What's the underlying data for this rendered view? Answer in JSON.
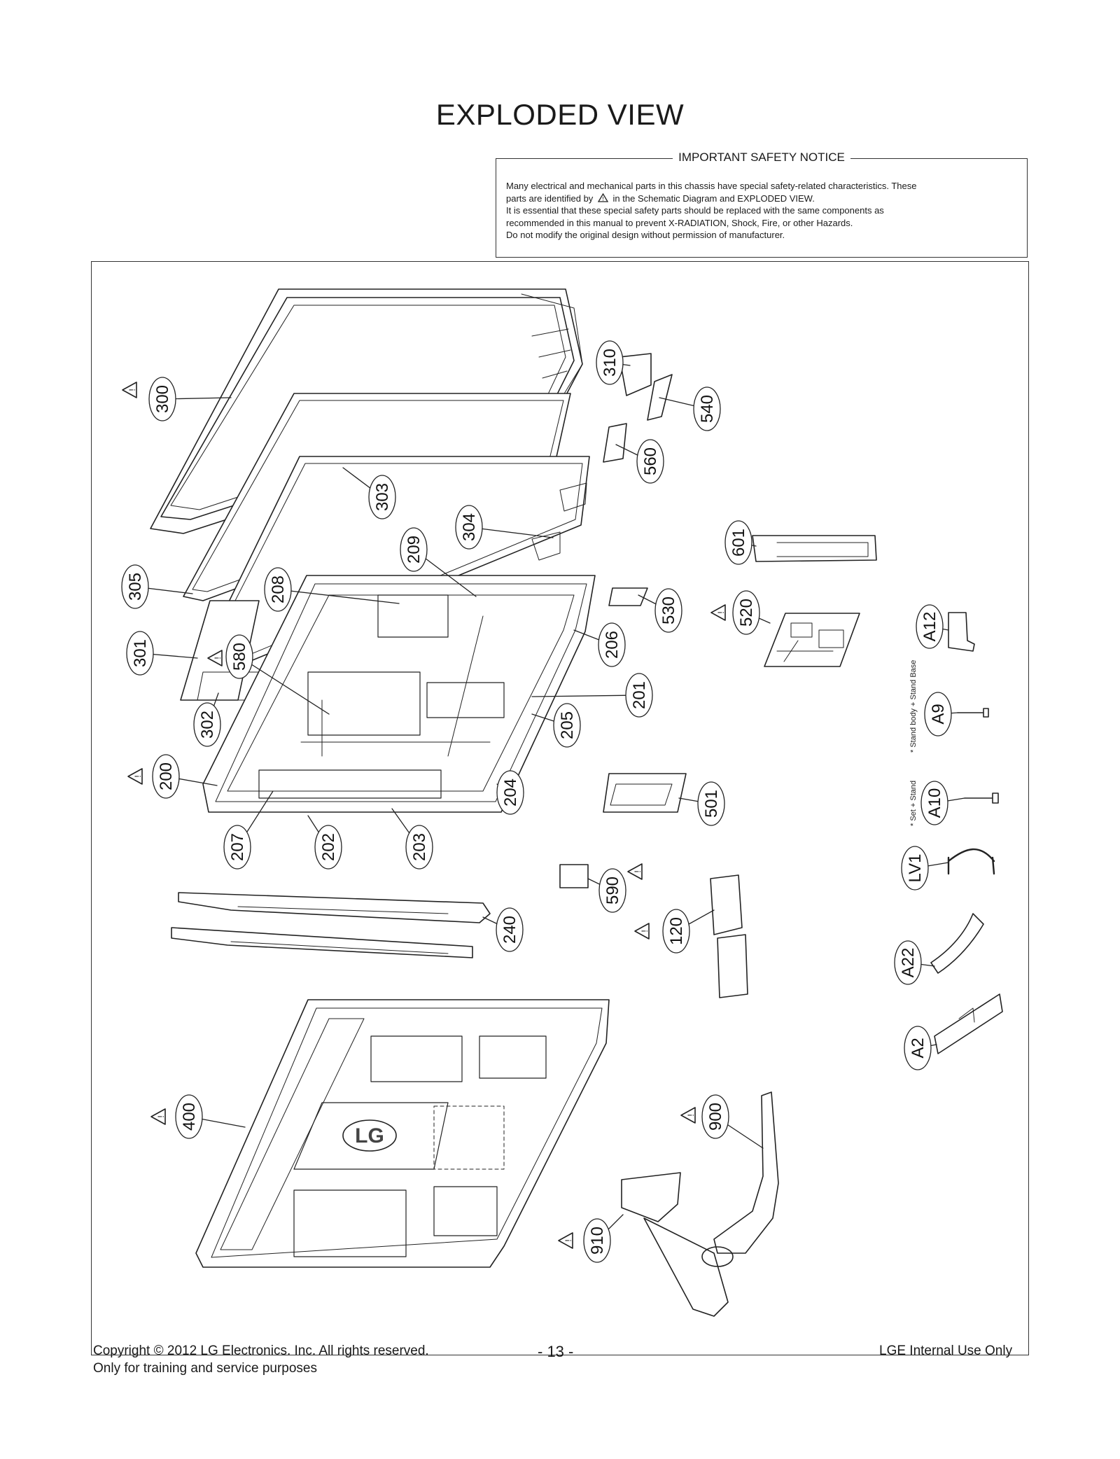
{
  "title": "EXPLODED VIEW",
  "notice": {
    "heading": "IMPORTANT SAFETY NOTICE",
    "line1": "Many electrical and mechanical parts in this chassis have special safety-related characteristics. These",
    "line2a": "parts are identified by",
    "line2b": "in the Schematic Diagram and EXPLODED VIEW.",
    "line3": "It is essential that these special safety parts should be replaced with the same components as",
    "line4": "recommended in this manual to prevent X-RADIATION, Shock, Fire, or other Hazards.",
    "line5": "Do not modify the original design without permission of manufacturer."
  },
  "parts": [
    {
      "label": "300",
      "warning": true
    },
    {
      "label": "305",
      "warning": false
    },
    {
      "label": "301",
      "warning": false
    },
    {
      "label": "302",
      "warning": false
    },
    {
      "label": "580",
      "warning": true
    },
    {
      "label": "200",
      "warning": true
    },
    {
      "label": "207",
      "warning": false
    },
    {
      "label": "202",
      "warning": false
    },
    {
      "label": "203",
      "warning": false
    },
    {
      "label": "208",
      "warning": false
    },
    {
      "label": "209",
      "warning": false
    },
    {
      "label": "303",
      "warning": false
    },
    {
      "label": "304",
      "warning": false
    },
    {
      "label": "310",
      "warning": false
    },
    {
      "label": "540",
      "warning": false
    },
    {
      "label": "560",
      "warning": false
    },
    {
      "label": "601",
      "warning": false
    },
    {
      "label": "530",
      "warning": false
    },
    {
      "label": "520",
      "warning": true
    },
    {
      "label": "206",
      "warning": false
    },
    {
      "label": "201",
      "warning": false
    },
    {
      "label": "205",
      "warning": false
    },
    {
      "label": "204",
      "warning": false
    },
    {
      "label": "501",
      "warning": false
    },
    {
      "label": "590",
      "warning": true
    },
    {
      "label": "240",
      "warning": false
    },
    {
      "label": "120",
      "warning": true
    },
    {
      "label": "400",
      "warning": true
    },
    {
      "label": "900",
      "warning": true
    },
    {
      "label": "910",
      "warning": true
    },
    {
      "label": "A12",
      "warning": false
    },
    {
      "label": "A9",
      "warning": false
    },
    {
      "label": "A10",
      "warning": false
    },
    {
      "label": "LV1",
      "warning": false
    },
    {
      "label": "A22",
      "warning": false
    },
    {
      "label": "A2",
      "warning": false
    }
  ],
  "side_notes": {
    "stand_body_base": "* Stand body + Stand Base",
    "set_stand": "* Set + Stand"
  },
  "logo_text": "LG",
  "footer": {
    "copyright": "Copyright  © 2012  LG Electronics. Inc. All rights reserved.",
    "training": "Only for training and service purposes",
    "page": "- 13 -",
    "internal": "LGE Internal Use Only"
  }
}
